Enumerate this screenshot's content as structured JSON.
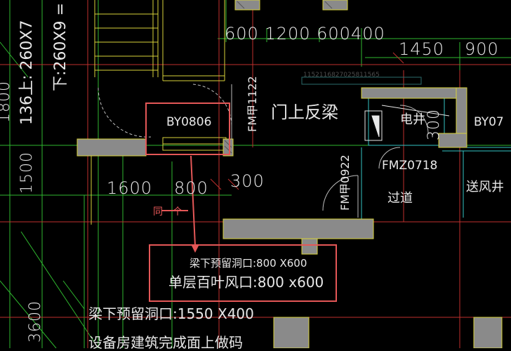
{
  "labels": {
    "stair_up_note": "136上: 260X7",
    "stair_down_note": "下:260X9 =",
    "dim_1800": "1800",
    "dim_1500": "1500",
    "dim_3600": "3600",
    "dim_top": "600 1200 600400",
    "dim_1450": "1450",
    "dim_900": "900",
    "dim_1600": "1600",
    "dim_800": "800",
    "dim_300": "300",
    "dim_300_b": "300",
    "window_tag": "BY0806",
    "window_tag_right": "BY07",
    "door_fm1122": "FM甲1122",
    "door_fm0922": "FM甲0922",
    "door_fmz0718": "FMZ0718",
    "beam_note": "门上反梁",
    "electric_shaft": "电井",
    "corridor": "过道",
    "air_shaft": "送风井",
    "hidden_text": "1152116827025811565",
    "same_one": "同一个",
    "callout_line1": "梁下预留洞口:800 X600",
    "callout_line2": "单层百叶风口:800 x600",
    "bottom_note1": "梁下预留洞口:1550 X400",
    "bottom_note2": "设备房建筑完成面上做码"
  },
  "colors": {
    "background": "#000000",
    "wall_fill": "#8a8a8a",
    "grid_green": "#2fb82f",
    "grid_red": "#c0302e",
    "yellow": "#d8d23a",
    "cyan": "#34c4c4",
    "annotation_red": "#e45757",
    "text": "#e8e8e8"
  }
}
